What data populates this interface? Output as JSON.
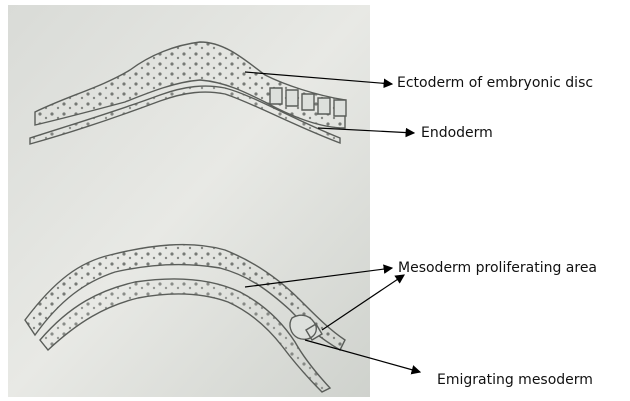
{
  "diagram": {
    "labels": {
      "ectoderm": "Ectoderm of embryonic disc",
      "endoderm": "Endoderm",
      "mesoderm_proliferating": "Mesoderm proliferating area",
      "emigrating_mesoderm": "Emigrating mesoderm"
    }
  }
}
